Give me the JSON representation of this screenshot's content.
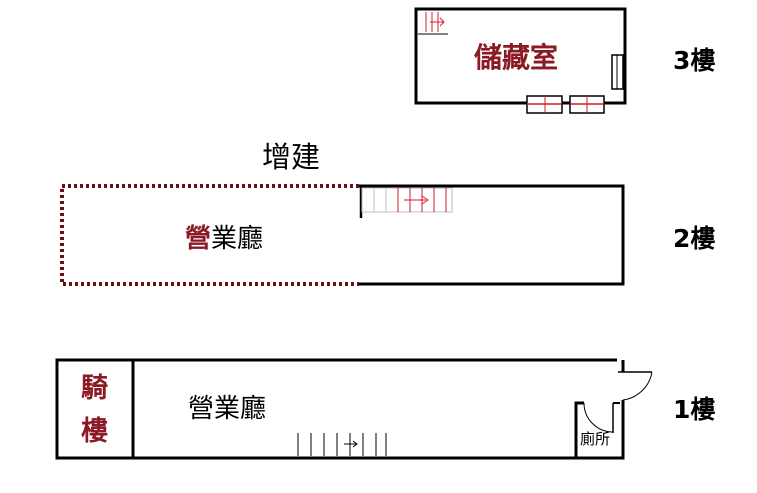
{
  "floors": [
    {
      "floor_label": "3樓",
      "room": "儲藏室"
    },
    {
      "floor_label": "2樓",
      "room_first_char": "營",
      "room_rest": "業廳",
      "extension_label": "增建"
    },
    {
      "floor_label": "1樓",
      "arcade_top": "騎",
      "arcade_bottom": "樓",
      "room": "營業廳",
      "toilet": "廁所"
    }
  ],
  "colors": {
    "wall": "#000000",
    "room_label": "#8a1a24",
    "stair_red": "#d21c2c",
    "extension_dots": "#6b0e16"
  },
  "icons": [
    "stair-icon",
    "door-swing-icon",
    "window-icon"
  ]
}
